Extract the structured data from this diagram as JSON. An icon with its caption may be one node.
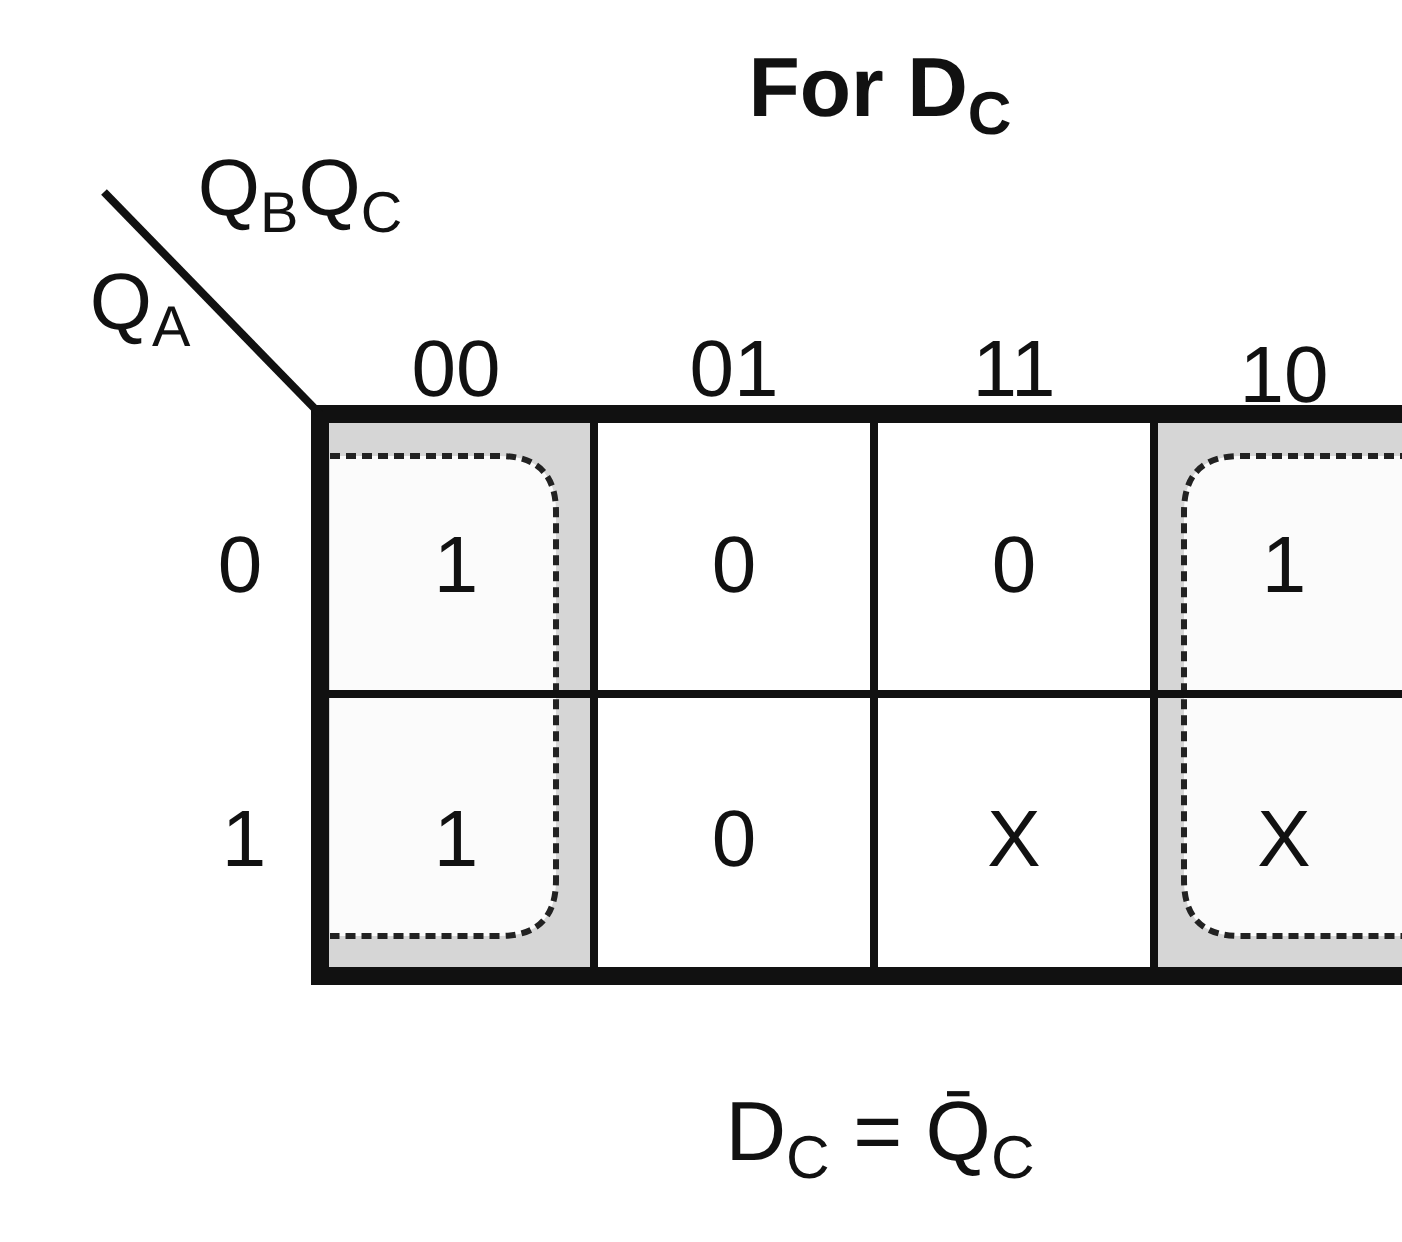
{
  "diagram": {
    "title": "For D$_{C}$",
    "caption": "D$_{C}$ = Q̄$_{C}$",
    "labels": [
      "Q$_{B}$Q$_{C}$",
      "Q$_{A}$",
      "00",
      "01",
      "11",
      "10",
      "0",
      "1",
      "0",
      "0",
      "1",
      "1",
      "1",
      "0",
      "X",
      "X"
    ]
  }
}
